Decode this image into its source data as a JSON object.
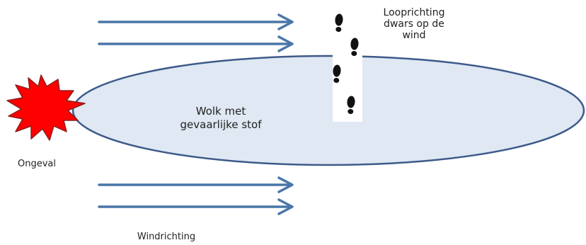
{
  "labels": {
    "cloud": [
      "Wolk met",
      "gevaarlijke stof"
    ],
    "walking_direction": [
      "Looprichting",
      "dwars op de",
      "wind"
    ],
    "accident": "Ongeval",
    "wind_direction": "Windrichting"
  },
  "icons": {
    "explosion": "explosion-icon",
    "footprint": "footprint-icon",
    "arrow": "wind-arrow-icon"
  },
  "colors": {
    "cloud_fill": "#dfe8f3",
    "cloud_stroke": "#3d5a8a",
    "arrow": "#4a76a8",
    "explosion_fill": "#ff0000",
    "explosion_stroke": "#8f1d1d",
    "footprint": "#111111",
    "path_strip": "#ffffff"
  }
}
